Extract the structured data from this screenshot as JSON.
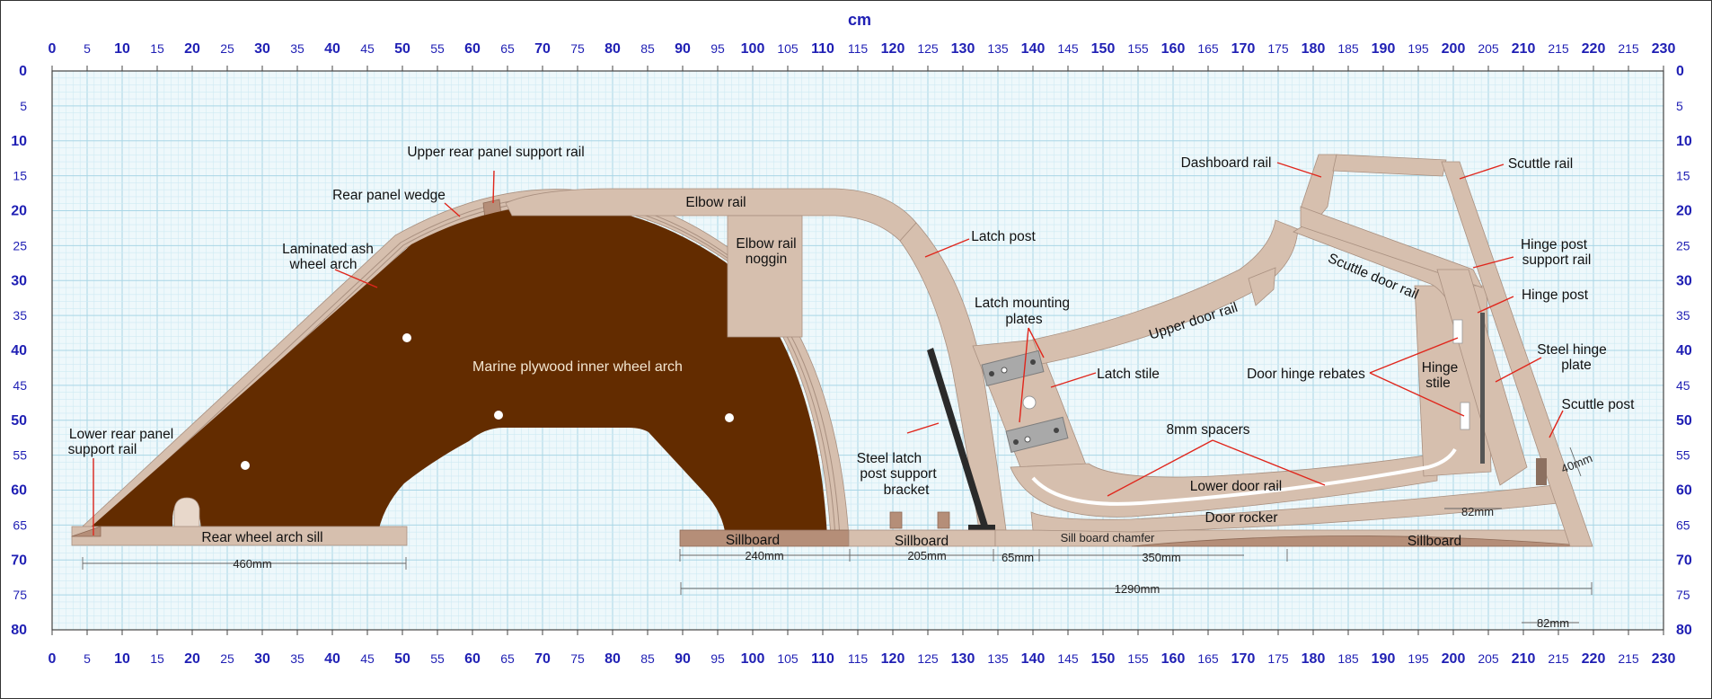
{
  "unit_label": "cm",
  "axes": {
    "x_top_ticks": [
      "0",
      "5",
      "10",
      "15",
      "20",
      "25",
      "30",
      "35",
      "40",
      "45",
      "50",
      "55",
      "60",
      "65",
      "70",
      "75",
      "80",
      "85",
      "90",
      "95",
      "100",
      "105",
      "110",
      "115",
      "120",
      "125",
      "130",
      "135",
      "140",
      "145",
      "150",
      "155",
      "160",
      "165",
      "170",
      "175",
      "180",
      "185",
      "190",
      "195",
      "200",
      "205",
      "210",
      "215",
      "220",
      "215",
      "230"
    ],
    "x_bottom_ticks": [
      "0",
      "5",
      "10",
      "15",
      "20",
      "25",
      "30",
      "35",
      "40",
      "45",
      "50",
      "55",
      "60",
      "65",
      "70",
      "75",
      "80",
      "85",
      "90",
      "95",
      "100",
      "105",
      "110",
      "115",
      "120",
      "125",
      "130",
      "135",
      "140",
      "145",
      "150",
      "155",
      "160",
      "165",
      "170",
      "175",
      "180",
      "185",
      "190",
      "195",
      "200",
      "205",
      "210",
      "215",
      "220",
      "215",
      "230"
    ],
    "y_ticks": [
      "0",
      "5",
      "10",
      "15",
      "20",
      "25",
      "30",
      "35",
      "40",
      "45",
      "50",
      "55",
      "60",
      "65",
      "70",
      "75",
      "80"
    ]
  },
  "labels": {
    "upper_rear_panel_support_rail": "Upper rear panel support rail",
    "rear_panel_wedge": "Rear panel wedge",
    "laminated_ash_wheel_arch_1": "Laminated ash",
    "laminated_ash_wheel_arch_2": "wheel arch",
    "elbow_rail": "Elbow rail",
    "elbow_rail_noggin_1": "Elbow rail",
    "elbow_rail_noggin_2": "noggin",
    "latch_post": "Latch post",
    "marine_plywood_inner_wheel_arch": "Marine plywood inner wheel arch",
    "lower_rear_panel_support_rail_1": "Lower rear panel",
    "lower_rear_panel_support_rail_2": "support rail",
    "rear_wheel_arch_sill": "Rear wheel arch sill",
    "sillboard_left": "Sillboard",
    "sillboard_mid": "Sillboard",
    "sillboard_right": "Sillboard",
    "sill_board_chamfer": "Sill board chamfer",
    "steel_latch_post_support_bracket_1": "Steel latch",
    "steel_latch_post_support_bracket_2": "post support",
    "steel_latch_post_support_bracket_3": "bracket",
    "latch_mounting_plates_1": "Latch mounting",
    "latch_mounting_plates_2": "plates",
    "latch_stile": "Latch stile",
    "upper_door_rail": "Upper door rail",
    "eight_mm_spacers": "8mm spacers",
    "lower_door_rail": "Lower door rail",
    "door_rocker": "Door rocker",
    "dashboard_rail": "Dashboard rail",
    "scuttle_rail": "Scuttle rail",
    "scuttle_door_rail": "Scuttle door rail",
    "hinge_post_support_rail_1": "Hinge post",
    "hinge_post_support_rail_2": "support rail",
    "hinge_post": "Hinge post",
    "door_hinge_rebates": "Door hinge rebates",
    "hinge_stile_1": "Hinge",
    "hinge_stile_2": "stile",
    "steel_hinge_plate_1": "Steel hinge",
    "steel_hinge_plate_2": "plate",
    "scuttle_post": "Scuttle post"
  },
  "dimensions": {
    "d460": "460mm",
    "d240": "240mm",
    "d205": "205mm",
    "d65": "65mm",
    "d350": "350mm",
    "d1290": "1290mm",
    "d82a": "82mm",
    "d82b": "82mm",
    "d40": "40mm"
  },
  "colors": {
    "grid": "#cfeaf3",
    "background": "#eef8fb",
    "axis_text": "#1f1fb4",
    "wood": "#d6bfae",
    "sillboard": "#b58e78",
    "plywood": "#632c00",
    "leader": "#e0261c",
    "steel": "#a9a9a9"
  }
}
